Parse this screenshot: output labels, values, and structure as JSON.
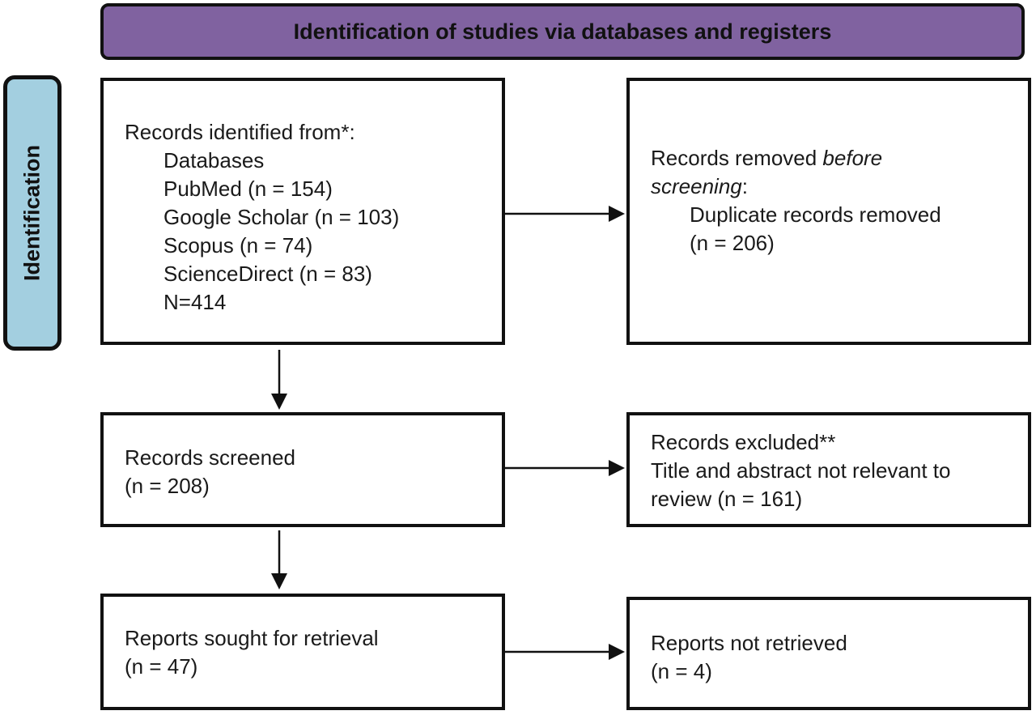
{
  "header": {
    "title": "Identification of studies via databases and registers"
  },
  "side": {
    "label": "Identification"
  },
  "boxes": {
    "identified": {
      "heading": "Records identified from*:",
      "lines": [
        "Databases",
        "PubMed (n = 154)",
        "Google Scholar (n = 103)",
        "Scopus (n = 74)",
        "ScienceDirect (n = 83)",
        "N=414"
      ]
    },
    "removed": {
      "heading_plain": "Records removed ",
      "heading_italic": "before",
      "heading_italic2": "screening",
      "heading_colon": ":",
      "line1": "Duplicate records removed",
      "line2": "(n = 206)"
    },
    "screened": {
      "line1": "Records screened",
      "line2": "(n = 208)"
    },
    "excluded": {
      "line1": "Records excluded**",
      "line2": "Title and abstract not relevant to",
      "line3": "review (n = 161)"
    },
    "sought": {
      "line1": "Reports sought for retrieval",
      "line2": "(n = 47)"
    },
    "not_retrieved": {
      "line1": "Reports not retrieved",
      "line2": "(n = 4)"
    }
  },
  "colors": {
    "header_fill": "#8062a0",
    "side_fill": "#a3cfe0",
    "border": "#111111"
  }
}
